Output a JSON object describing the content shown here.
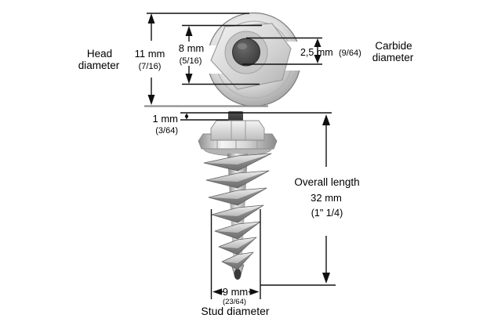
{
  "diagram": {
    "background": "#ffffff",
    "line_color": "#101010",
    "labels": {
      "head1": "Head",
      "head2": "diameter",
      "carbide1": "Carbide",
      "carbide2": "diameter",
      "overall": "Overall length",
      "stud": "Stud diameter"
    },
    "dims": {
      "head_value": "11 mm",
      "head_frac": "(7/16)",
      "hex_value": "8 mm",
      "hex_frac": "(5/16)",
      "carbide_value": "2,5 mm",
      "carbide_frac": "(9/64)",
      "pin_value": "1 mm",
      "pin_frac": "(3/64)",
      "overall_value": "32 mm",
      "overall_frac": "(1\" 1/4)",
      "stud_value": "9 mm",
      "stud_frac": "(23/64)"
    }
  }
}
